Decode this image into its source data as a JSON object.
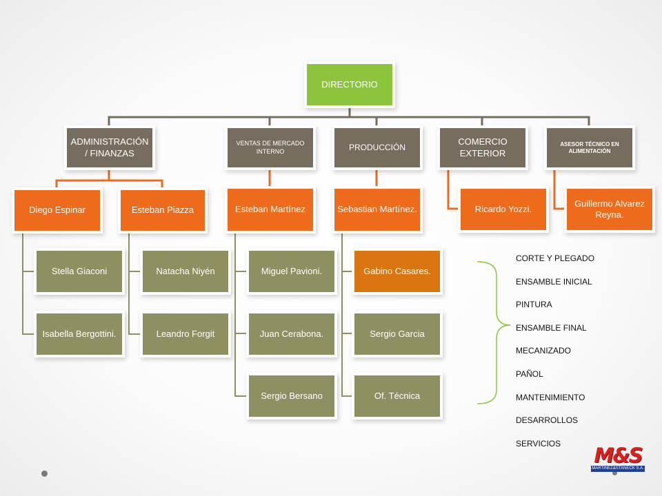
{
  "diagram": {
    "root": {
      "label": "DIRECTORIO",
      "color": "#8cc43c"
    },
    "departments": [
      {
        "label": "ADMINISTRACIÓN / FINANZAS"
      },
      {
        "label": "VENTAS  DE MERCADO INTERNO"
      },
      {
        "label": "PRODUCCIÓN"
      },
      {
        "label": "COMERCIO EXTERIOR"
      },
      {
        "label": "ASESOR TÉCNICO EN ALIMENTACIÓN"
      }
    ],
    "managers": [
      {
        "label": "Diego Espinar"
      },
      {
        "label": "Esteban Piazza"
      },
      {
        "label": "Esteban Martínez"
      },
      {
        "label": "Sebastian Martínez."
      },
      {
        "label": "Ricardo Yozzi."
      },
      {
        "label": "Guillermo Alvarez Reyna."
      }
    ],
    "staff": [
      {
        "label": "Stella Giaconi"
      },
      {
        "label": "Isabella Bergottini."
      },
      {
        "label": "Natacha Niyén"
      },
      {
        "label": "Leandro Forgit"
      },
      {
        "label": "Miguel Pavioni."
      },
      {
        "label": "Juan Cerabona."
      },
      {
        "label": "Sergio Bersano"
      },
      {
        "label": "Gabino Casares."
      },
      {
        "label": "Sergio Garcia"
      },
      {
        "label": "Of. Técnica"
      }
    ],
    "production_areas": [
      "CORTE Y PLEGADO",
      "ENSAMBLE INICIAL",
      "PINTURA",
      "ENSAMBLE FINAL",
      "MECANIZADO",
      "PAÑOL",
      "MANTENIMIENTO",
      "DESARROLLOS",
      "SERVICIOS"
    ],
    "colors": {
      "root": "#8cc43c",
      "department": "#776d5f",
      "manager": "#ef6b1c",
      "staff": "#8f9062",
      "highlight": "#d9760f",
      "bracket": "#8cc43c"
    }
  },
  "logo": {
    "mark": "M&S",
    "name": "MARTINEZ&STANECK S.A."
  }
}
